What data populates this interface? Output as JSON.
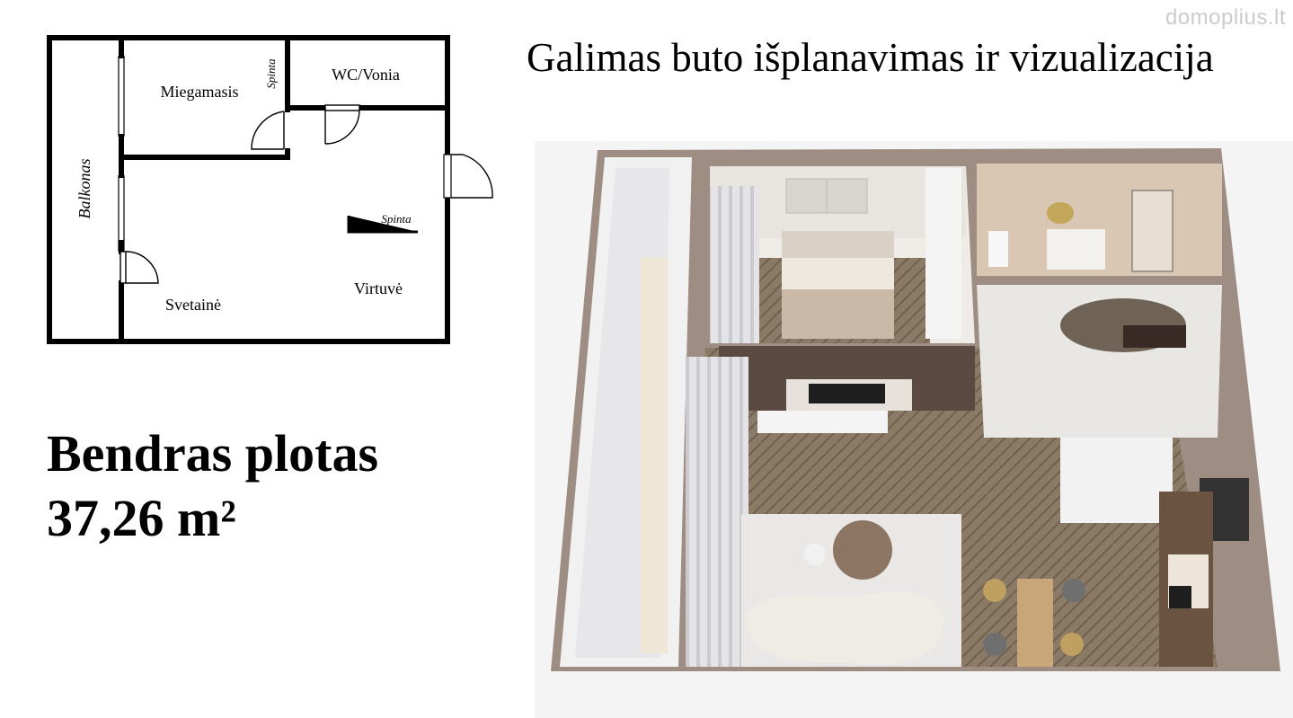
{
  "watermark": "domoplius.lt",
  "title": "Galimas buto išplanavimas ir vizualizacija",
  "area": {
    "label": "Bendras plotas",
    "value": "37,26 m²"
  },
  "floor_plan": {
    "rooms": {
      "balcony": "Balkonas",
      "bedroom": "Miegamasis",
      "bedroom_closet": "Spinta",
      "bathroom": "WC/Vonia",
      "hall_closet": "Spinta",
      "living_room": "Svetainė",
      "kitchen": "Virtuvė"
    }
  }
}
